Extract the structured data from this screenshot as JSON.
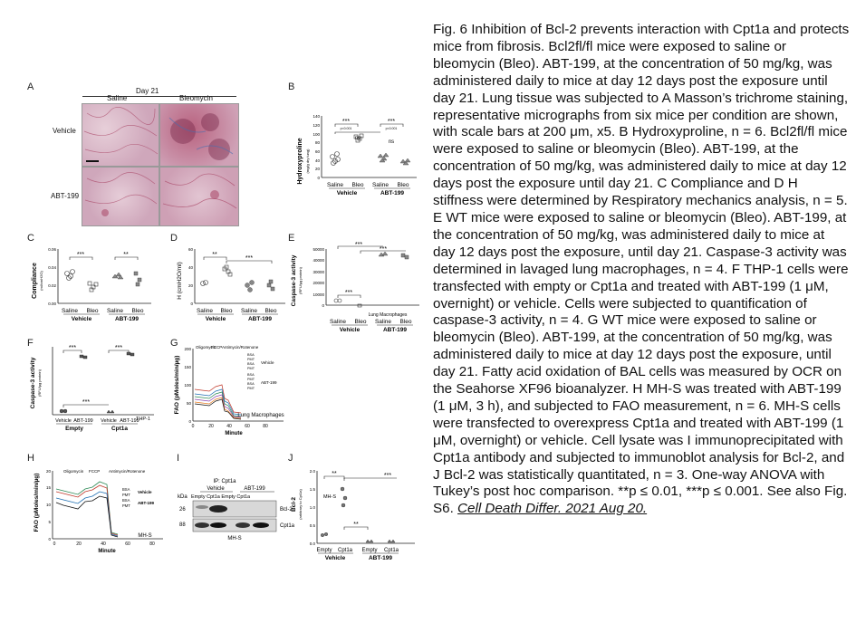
{
  "panelA": {
    "label": "A",
    "day": "Day 21",
    "col_saline": "Saline",
    "col_bleo": "Bleomycin",
    "row_vehicle": "Vehicle",
    "row_abt": "ABT-199"
  },
  "panelB": {
    "label": "B",
    "ylabel": "Hydroxyproline",
    "yunit": "(mg/g dry lung)",
    "yticks": [
      "0",
      "20",
      "40",
      "60",
      "80",
      "100",
      "120",
      "140"
    ],
    "sig1": "***",
    "sig2": "***",
    "ns1": "ns",
    "ns2": "ns",
    "x1": "Saline",
    "x2": "Bleo",
    "x3": "Saline",
    "x4": "Bleo",
    "g1": "Vehicle",
    "g2": "ABT-199",
    "p": "p<0.001"
  },
  "panelC": {
    "label": "C",
    "ylabel": "Compliance",
    "yunit": "(ml/cmH2O)",
    "yticks": [
      "0.00",
      "0.02",
      "0.04",
      "0.06"
    ],
    "sig1": "***",
    "sig2": "**",
    "x1": "Saline",
    "x2": "Bleo",
    "x3": "Saline",
    "x4": "Bleo",
    "g1": "Vehicle",
    "g2": "ABT-199"
  },
  "panelD": {
    "label": "D",
    "ylabel": "H (cmH2O/ml)",
    "yticks": [
      "0",
      "20",
      "40",
      "60"
    ],
    "sig1": "**",
    "sig2": "***",
    "x1": "Saline",
    "x2": "Bleo",
    "x3": "Saline",
    "x4": "Bleo",
    "g1": "Vehicle",
    "g2": "ABT-199"
  },
  "panelE": {
    "label": "E",
    "ylabel": "Caspase-3 activity",
    "yunit": "(RFU/µg protein)",
    "yticks": [
      "0",
      "10000",
      "20000",
      "30000",
      "40000",
      "50000"
    ],
    "sig1": "***",
    "sig2": "***",
    "sig3": "***",
    "x1": "Saline",
    "x2": "Bleo",
    "x3": "Saline",
    "x4": "Bleo",
    "g1": "Vehicle",
    "g2": "ABT-199",
    "note": "Lung Macrophages"
  },
  "panelF": {
    "label": "F",
    "ylabel": "Caspase-3 activity",
    "yunit": "(RFU/µg protein)",
    "sig1": "***",
    "sig2": "***",
    "sig3": "***",
    "x1": "Vehicle",
    "x2": "ABT-199",
    "x3": "Vehicle",
    "x4": "ABT-199",
    "g1": "Empty",
    "g2": "Cpt1a",
    "note": "THP-1"
  },
  "panelG": {
    "label": "G",
    "ylabel": "FAO (pMoles/min/µg)",
    "xlabel": "Minute",
    "xticks": [
      "0",
      "20",
      "40",
      "60",
      "80"
    ],
    "yticks": [
      "0",
      "50",
      "100",
      "150",
      "200"
    ],
    "inj1": "Oligomycin",
    "inj2": "FCCP",
    "inj3": "Antimycin/Rotenone",
    "legend": [
      "BSA",
      "PMT",
      "BSA",
      "PMT",
      "BSA",
      "PMT",
      "BSA",
      "PMT"
    ],
    "leg_g1": "Vehicle",
    "leg_g2": "ABT-199",
    "note": "Lung Macrophages"
  },
  "panelH": {
    "label": "H",
    "ylabel": "FAO (pMoles/min/µg)",
    "xlabel": "Minute",
    "xticks": [
      "0",
      "20",
      "40",
      "60",
      "80"
    ],
    "yticks": [
      "0",
      "5",
      "10",
      "15",
      "20"
    ],
    "inj1": "Oligomycin",
    "inj2": "FCCP",
    "inj3": "Antimycin/Rotenone",
    "legend": [
      "BSA",
      "PMT",
      "BSA",
      "PMT"
    ],
    "leg_g1": "Vehicle",
    "leg_g2": "ABT-199",
    "note": "MH-S"
  },
  "panelI": {
    "label": "I",
    "ip": "IP: Cpt1a",
    "veh": "Vehicle",
    "abt": "ABT-199",
    "kda": "kDa",
    "lanes": "Empty Cpt1a Empty Cpt1a",
    "m1": "26",
    "m2": "88",
    "b1": "Bcl-2",
    "b2": "Cpt1a",
    "cell": "MH-S"
  },
  "panelJ": {
    "label": "J",
    "ylabel": "Bcl-2",
    "yunit": "(arbitrary to Cpt1a)",
    "yticks": [
      "0.0",
      "0.5",
      "1.0",
      "1.5",
      "2.0"
    ],
    "sig1": "**",
    "sig2": "***",
    "sig3": "**",
    "x1": "Empty",
    "x2": "Cpt1a",
    "x3": "Empty",
    "x4": "Cpt1a",
    "g1": "Vehicle",
    "g2": "ABT-199",
    "note": "MH-S"
  },
  "caption": {
    "text": "Fig. 6 Inhibition of Bcl-2 prevents interaction with Cpt1a and protects mice from fibrosis. Bcl2fl/fl mice were exposed to saline or bleomycin (Bleo). ABT-199, at the concentration of 50 mg/kg, was administered daily to mice at day 12 days post the exposure until day 21. Lung tissue was subjected to A Masson’s trichrome staining, representative micrographs from six mice per condition are shown, with scale bars at 200 μm, x5. B Hydroxyproline, n = 6. Bcl2fl/fl mice were exposed to saline or bleomycin (Bleo). ABT-199, at the concentration of 50 mg/kg, was administered daily to mice at day 12 days post the exposure until day 21. C Compliance and D H stiffness were determined by Respiratory mechanics analysis, n = 5. E WT mice were exposed to saline or bleomycin (Bleo). ABT-199, at the concentration of 50 mg/kg, was administered daily to mice at day 12 days post the exposure, until day 21. Caspase-3 activity was determined in lavaged lung macrophages, n = 4. F THP-1 cells were transfected with empty or Cpt1a and treated with ABT-199 (1 μM, overnight) or vehicle. Cells were subjected to quantification of caspase-3 activity, n = 4. G WT mice were exposed to saline or bleomycin (Bleo). ABT-199, at the concentration of 50 mg/kg, was administered daily to mice at day 12 days post the exposure, until day 21. Fatty acid oxidation of BAL cells was measured by OCR on the Seahorse XF96 bioanalyzer. H MH-S was treated with ABT-199 (1 μM, 3 h), and subjected to FAO measurement, n = 6. MH-S cells were transfected to overexpress Cpt1a and treated with ABT-199 (1 μM, overnight) or vehicle. Cell lysate was I immunoprecipitated with Cpt1a antibody and subjected to immunoblot analysis for Bcl-2, and J Bcl-2 was statistically quantitated, n = 3. One-way ANOVA with Tukey’s post hoc comparison. **p ≤ 0.01, ***p ≤ 0.001. See also Fig. S6.",
    "citation": "Cell Death Differ. 2021 Aug 20."
  },
  "colors": {
    "tissue": "#d9b8c8",
    "stain": "#a43a5c",
    "collagen": "#4a6fb0"
  }
}
